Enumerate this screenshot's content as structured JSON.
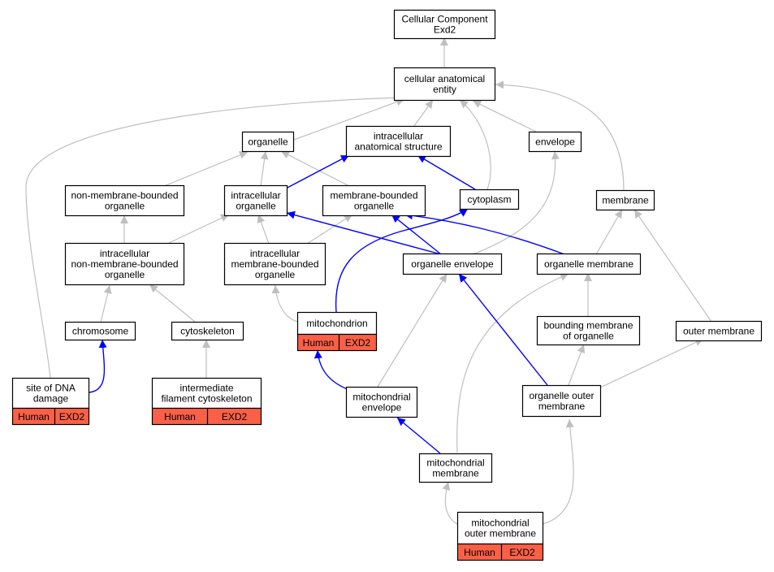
{
  "colors": {
    "background": "#ffffff",
    "node_border": "#000000",
    "edge_gray": "#bfbfbf",
    "edge_blue": "#0000ff",
    "annotation_fill": "#fa6047"
  },
  "nodes": {
    "cc": {
      "lines": [
        "Cellular Component",
        "Exd2"
      ]
    },
    "cae": {
      "lines": [
        "cellular anatomical",
        "entity"
      ]
    },
    "organelle": {
      "lines": [
        "organelle"
      ]
    },
    "ias": {
      "lines": [
        "intracellular",
        "anatomical structure"
      ]
    },
    "envelope": {
      "lines": [
        "envelope"
      ]
    },
    "nmbo": {
      "lines": [
        "non-membrane-bounded",
        "organelle"
      ]
    },
    "io": {
      "lines": [
        "intracellular",
        "organelle"
      ]
    },
    "mbo": {
      "lines": [
        "membrane-bounded",
        "organelle"
      ]
    },
    "cytoplasm": {
      "lines": [
        "cytoplasm"
      ]
    },
    "membrane": {
      "lines": [
        "membrane"
      ]
    },
    "inmbo": {
      "lines": [
        "intracellular",
        "non-membrane-bounded",
        "organelle"
      ]
    },
    "imbo": {
      "lines": [
        "intracellular",
        "membrane-bounded",
        "organelle"
      ]
    },
    "oenv": {
      "lines": [
        "organelle envelope"
      ]
    },
    "omem": {
      "lines": [
        "organelle membrane"
      ]
    },
    "chromosome": {
      "lines": [
        "chromosome"
      ]
    },
    "cytoskeleton": {
      "lines": [
        "cytoskeleton"
      ]
    },
    "mito": {
      "lines": [
        "mitochondrion"
      ],
      "species": "Human",
      "gene": "EXD2"
    },
    "bmo": {
      "lines": [
        "bounding membrane",
        "of organelle"
      ]
    },
    "outer": {
      "lines": [
        "outer membrane"
      ]
    },
    "sdd": {
      "lines": [
        "site of DNA",
        "damage"
      ],
      "species": "Human",
      "gene": "EXD2"
    },
    "ifc": {
      "lines": [
        "intermediate",
        "filament cytoskeleton"
      ],
      "species": "Human",
      "gene": "EXD2"
    },
    "menv": {
      "lines": [
        "mitochondrial",
        "envelope"
      ]
    },
    "oom": {
      "lines": [
        "organelle outer",
        "membrane"
      ]
    },
    "mmem": {
      "lines": [
        "mitochondrial",
        "membrane"
      ]
    },
    "mom": {
      "lines": [
        "mitochondrial",
        "outer membrane"
      ],
      "species": "Human",
      "gene": "EXD2"
    }
  }
}
